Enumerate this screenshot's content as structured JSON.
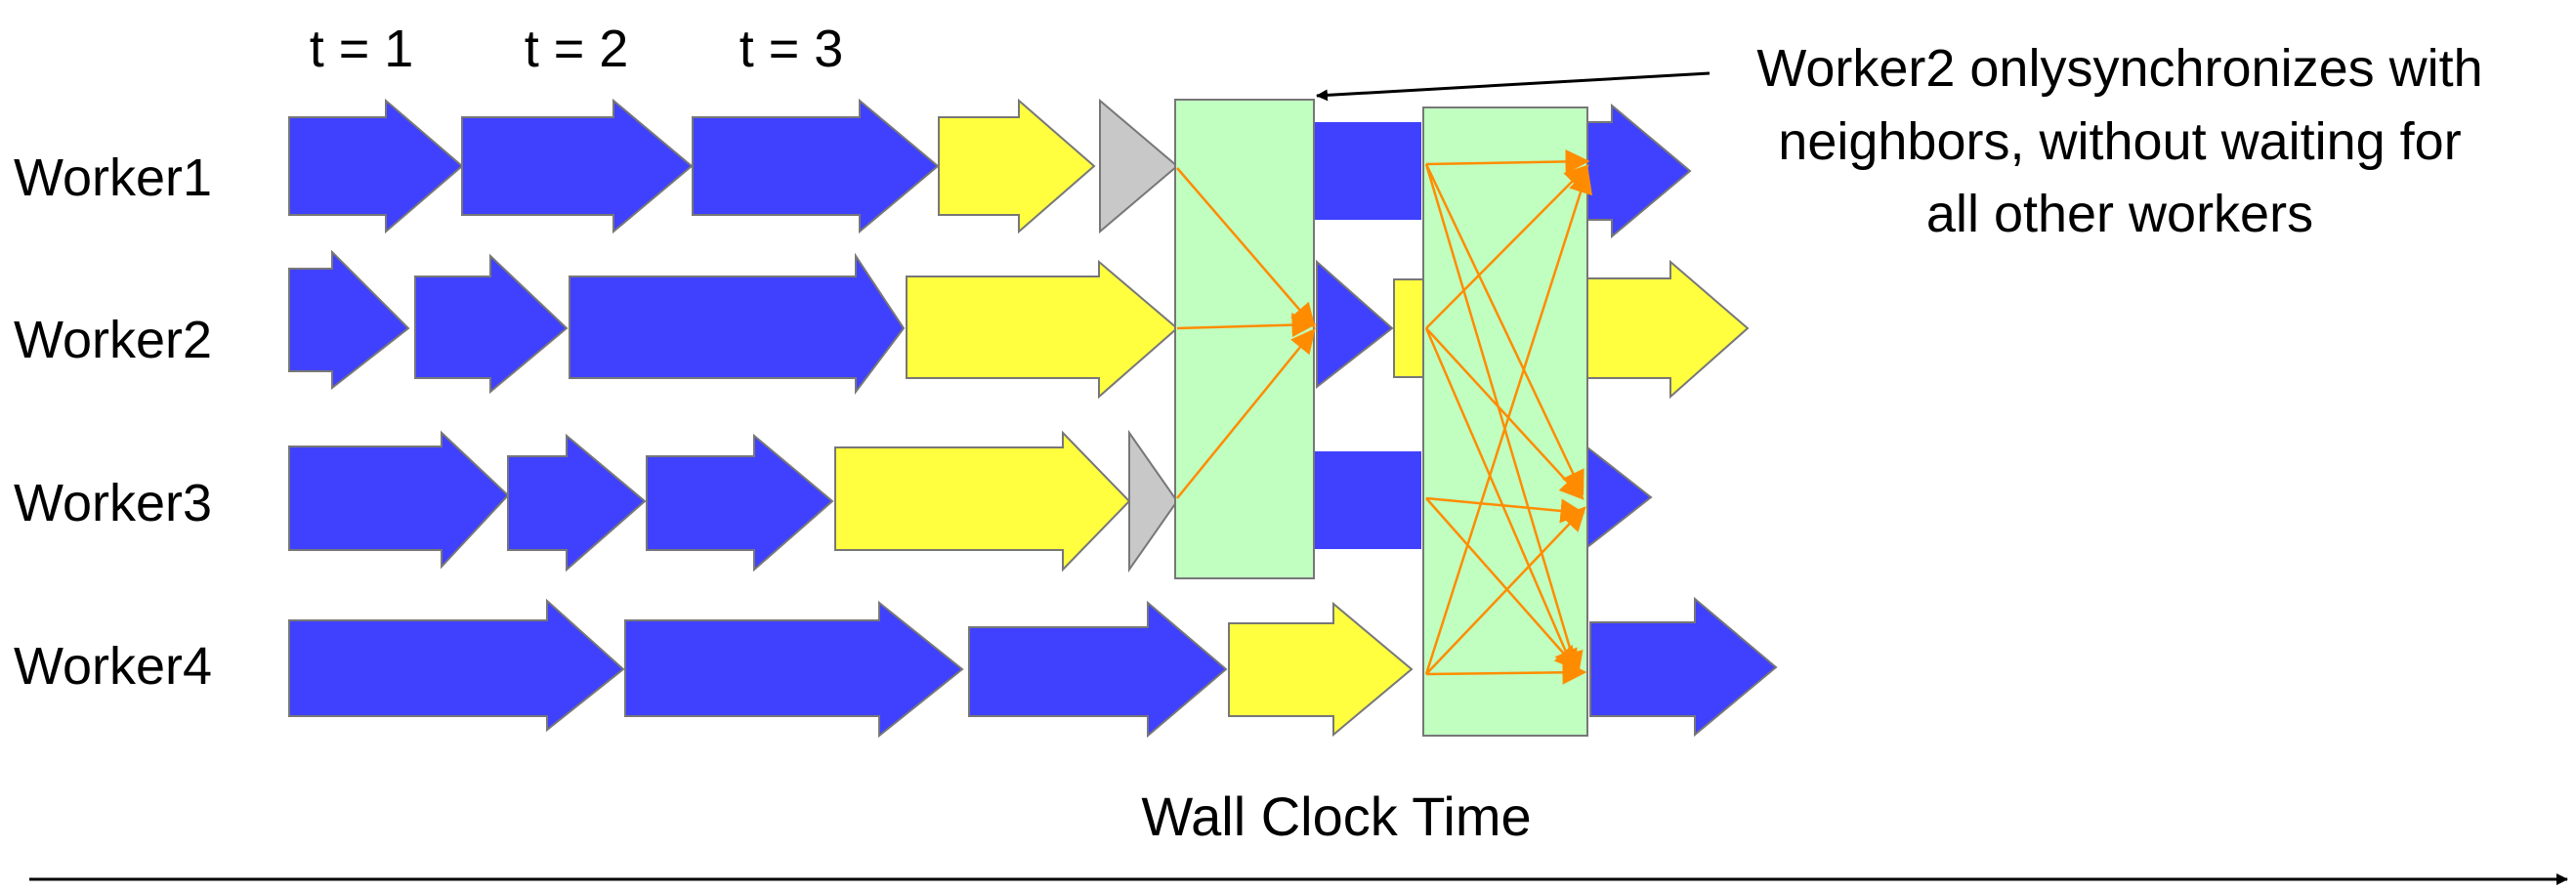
{
  "time_labels": [
    "t = 1",
    "t = 2",
    "t = 3"
  ],
  "workers": [
    "Worker1",
    "Worker2",
    "Worker3",
    "Worker4"
  ],
  "annotation": {
    "lines": [
      "Worker2 onlysynchronizes with",
      "neighbors, without waiting for",
      "all other workers"
    ]
  },
  "axis_label": "Wall Clock Time",
  "legend_colors": {
    "compute": "#3f41ff",
    "sync_wait": "#ffff3f",
    "idle": "#c8c8c8",
    "sync_box": "#c0ffc0",
    "message": "#ff8c00"
  }
}
